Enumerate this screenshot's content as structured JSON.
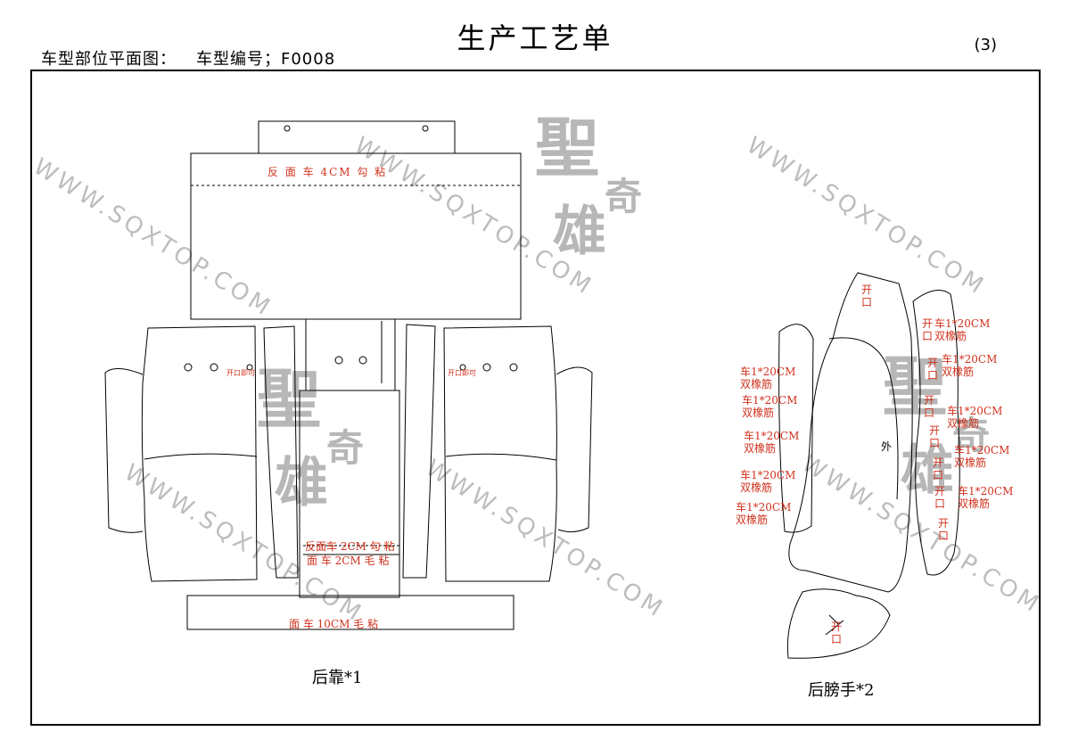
{
  "header": {
    "title": "生产工艺单",
    "left_label_1": "车型部位平面图：",
    "left_label_2": "车型编号；F0008",
    "page_number": "(3)"
  },
  "watermark": {
    "url_text": "WWW.SQXTOP.COM",
    "logo_chars": [
      "聖",
      "奇",
      "雄"
    ]
  },
  "back_rest": {
    "caption": "后靠*1",
    "top_panel_note": "反 面 车 4CM 勾 粘",
    "opening_note": "开口即可",
    "center_note_1": "反面车 2CM 勾 粘",
    "center_note_2": "面 车 2CM 毛 粘",
    "bottom_note": "面 车 10CM 毛 粘"
  },
  "armrest": {
    "caption": "后膀手*2",
    "opening": "开\n口",
    "left_notes": [
      "车1*20CM\n双橡筋",
      "车1*20CM\n双橡筋",
      "车1*20CM\n双橡筋",
      "车1*20CM\n双橡筋",
      "车1*20CM\n双橡筋"
    ],
    "right_notes": [
      "车1*20CM\n双橡筋",
      "车1*20CM\n双橡筋",
      "车1*20CM\n双橡筋",
      "车1*20CM\n双橡筋",
      "车1*20CM\n双橡筋"
    ],
    "outer_label": "外"
  }
}
